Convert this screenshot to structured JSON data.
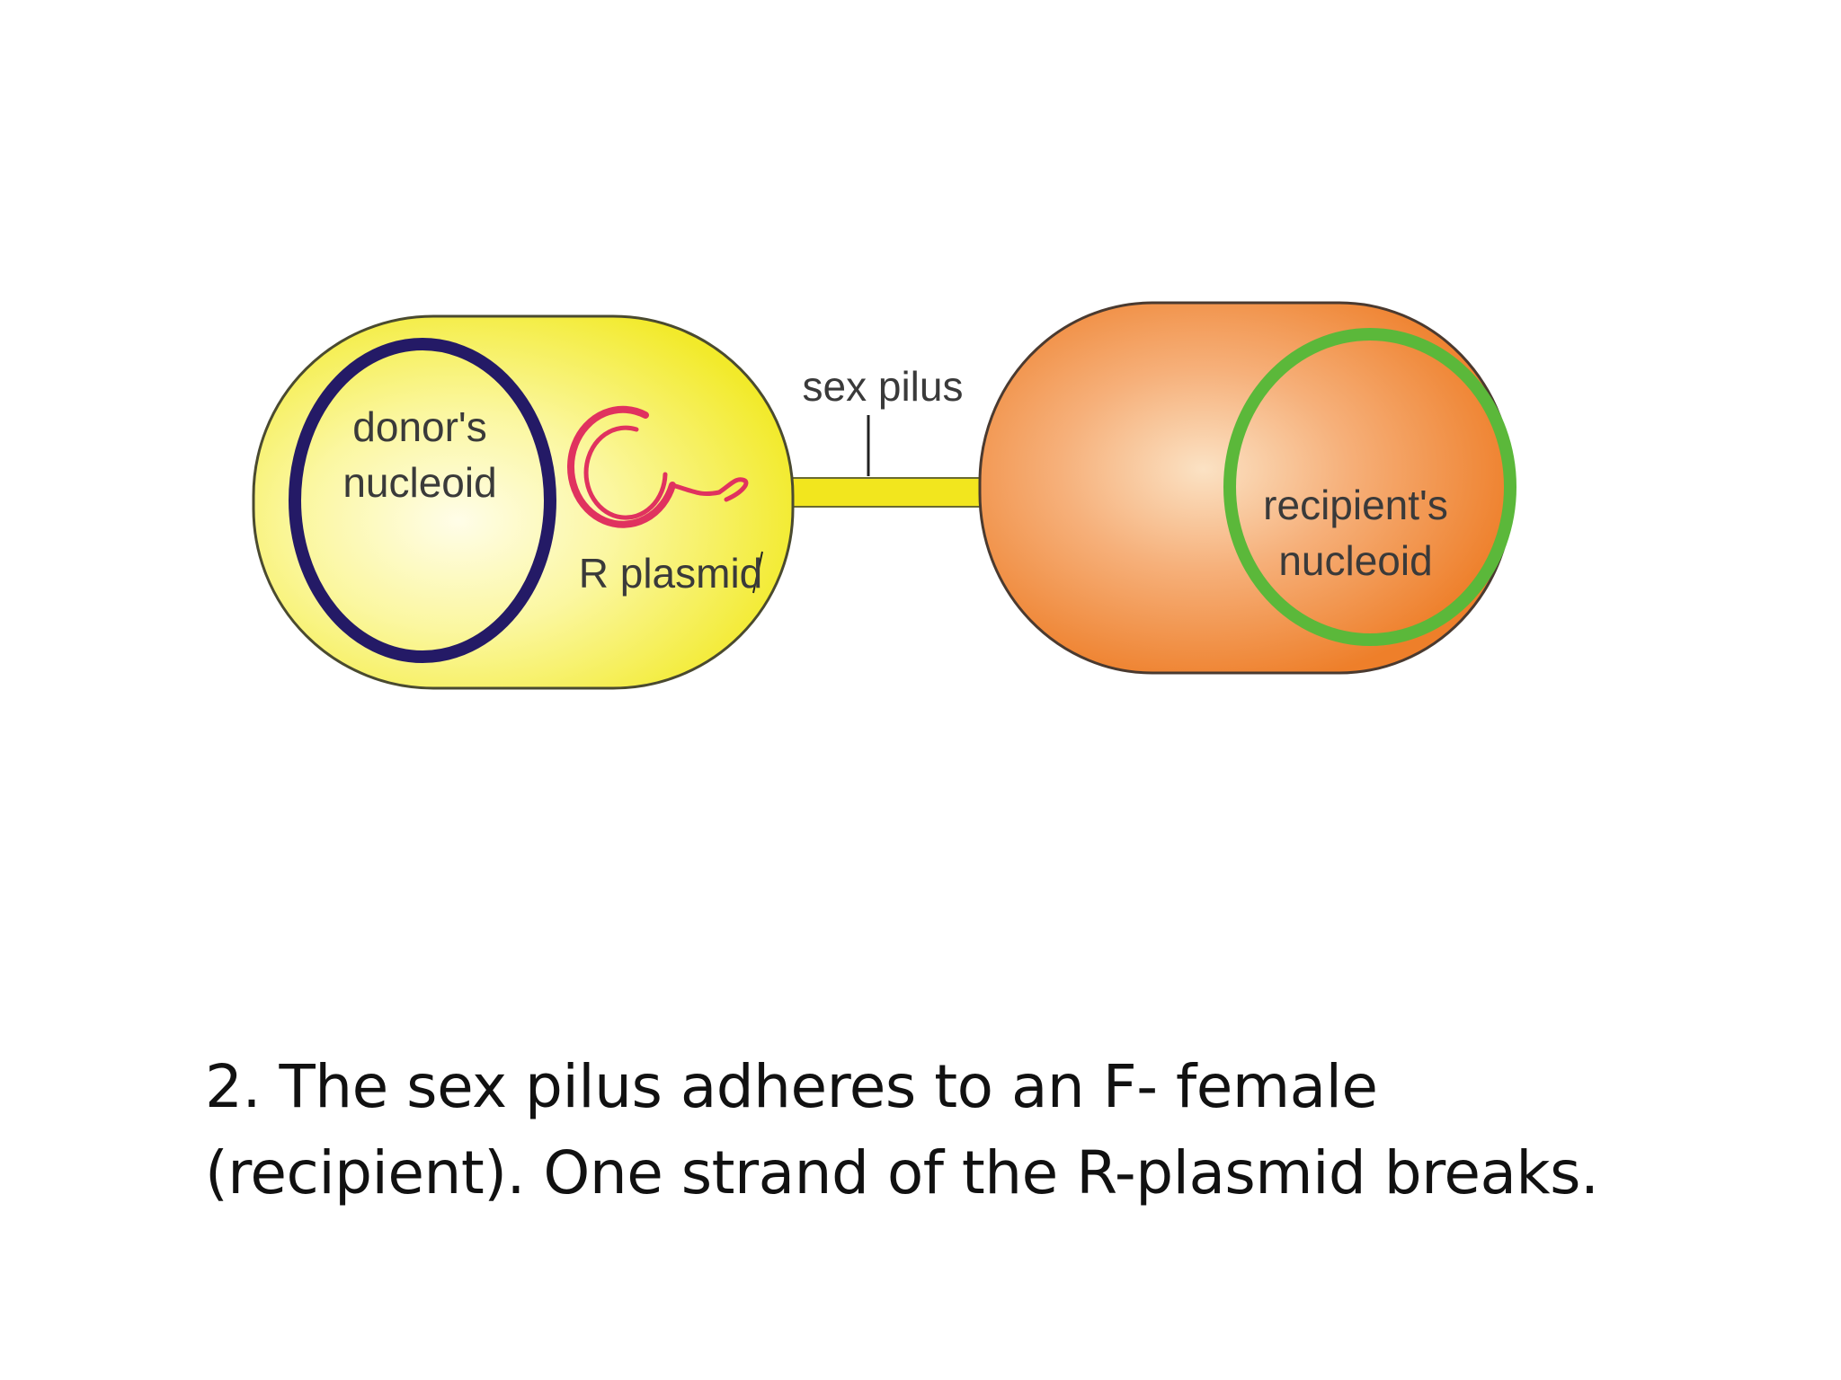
{
  "diagram": {
    "labels": {
      "donor_nucleoid_line1": "donor's",
      "donor_nucleoid_line2": "nucleoid",
      "r_plasmid": "R plasmid",
      "sex_pilus": "sex pilus",
      "recipient_nucleoid_line1": "recipient's",
      "recipient_nucleoid_line2": "nucleoid"
    },
    "colors": {
      "donor_cell": "#f7f03a",
      "recipient_cell": "#f08a2c",
      "donor_nucleoid": "#241a66",
      "recipient_nucleoid": "#5bb83a",
      "r_plasmid": "#e0325f",
      "pilus": "#f2e61e"
    }
  },
  "caption": {
    "line1": "2. The sex pilus adheres to an F- female",
    "line2": "(recipient). One strand of the R-plasmid breaks."
  }
}
